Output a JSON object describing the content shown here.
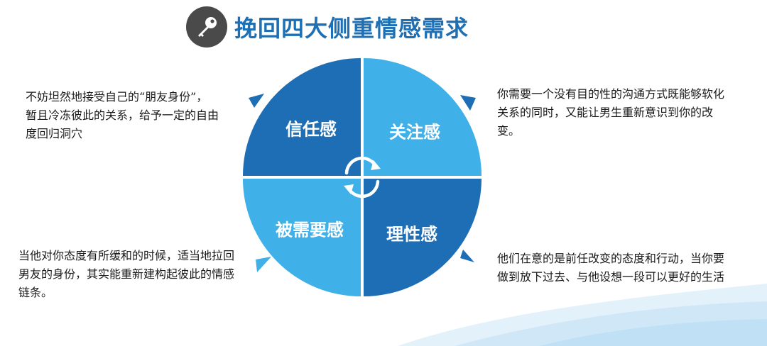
{
  "title": "挽回四大侧重情感需求",
  "colors": {
    "dark_blue": "#1d6eb5",
    "light_blue": "#3fb0e8",
    "title": "#1e6fb3",
    "badge": "#4a4a4a"
  },
  "icons": [
    "key-icon",
    "refresh-cycle-icon"
  ],
  "quadrants": [
    {
      "label": "信任感",
      "position": "top-left",
      "color": "dark"
    },
    {
      "label": "关注感",
      "position": "top-right",
      "color": "light"
    },
    {
      "label": "被需要感",
      "position": "bottom-left",
      "color": "light"
    },
    {
      "label": "理性感",
      "position": "bottom-right",
      "color": "dark"
    }
  ],
  "descriptions": {
    "top_left": "不妨坦然地接受自己的“朋友身份”，暂且冷冻彼此的关系，给予一定的自由度回归洞穴",
    "top_right": "你需要一个没有目的性的沟通方式既能够软化关系的同时，又能让男生重新意识到你的改变。",
    "bottom_left": "当他对你态度有所缓和的时候，适当地拉回男友的身份，其实能重新建构起彼此的情感链条。",
    "bottom_right": "他们在意的是前任改变的态度和行动，当你要做到放下过去、与他设想一段可以更好的生活"
  }
}
